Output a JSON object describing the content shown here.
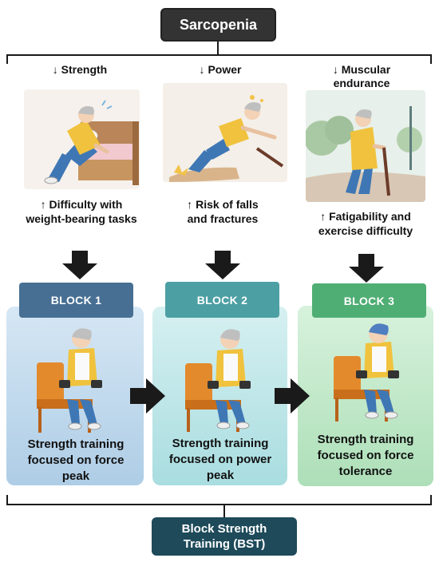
{
  "title": "Sarcopenia",
  "deficits": [
    {
      "arrow": "↓",
      "label": "Strength"
    },
    {
      "arrow": "↓",
      "label": "Power"
    },
    {
      "arrow": "↓",
      "label": "Muscular endurance"
    }
  ],
  "consequences": [
    {
      "arrow": "↑",
      "label": "Difficulty with weight-bearing tasks"
    },
    {
      "arrow": "↑",
      "label": "Risk of falls and fractures"
    },
    {
      "arrow": "↑",
      "label": "Fatigability and exercise difficulty"
    }
  ],
  "blocks": [
    {
      "header": "BLOCK 1",
      "text": "Strength training focused on force peak",
      "header_color": "#456f93",
      "panel_color": "#bcd6ea"
    },
    {
      "header": "BLOCK 2",
      "text": "Strength training focused on power peak",
      "header_color": "#4c9fa3",
      "panel_color": "#bfe5e8"
    },
    {
      "header": "BLOCK 3",
      "text": "Strength training focused on force tolerance",
      "header_color": "#4fae74",
      "panel_color": "#c4ebcd"
    }
  ],
  "footer": "Block Strength Training (BST)"
}
